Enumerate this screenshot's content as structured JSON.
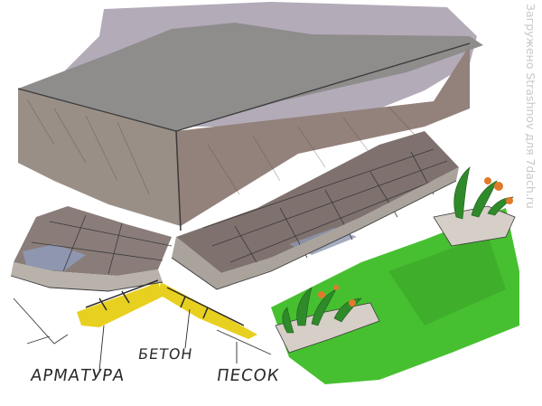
{
  "labels": {
    "beton": "БЕТОН",
    "armatura": "АРМАТУРА",
    "pesok": "ПЕСОК"
  },
  "watermark": "Загружено Strashnov для 7dach.ru",
  "colors": {
    "wall_front": "#93817b",
    "wall_top": "#8f8c8c",
    "sky_wash": "#9a8fa0",
    "paving": "#7f726e",
    "paving_blue": "#8f96b0",
    "concrete": "#a9a39c",
    "sand": "#e8d020",
    "grass": "#46c030",
    "planter": "#d6cfc7",
    "flower": "#e07a2a",
    "ink": "#3a3a3a"
  }
}
